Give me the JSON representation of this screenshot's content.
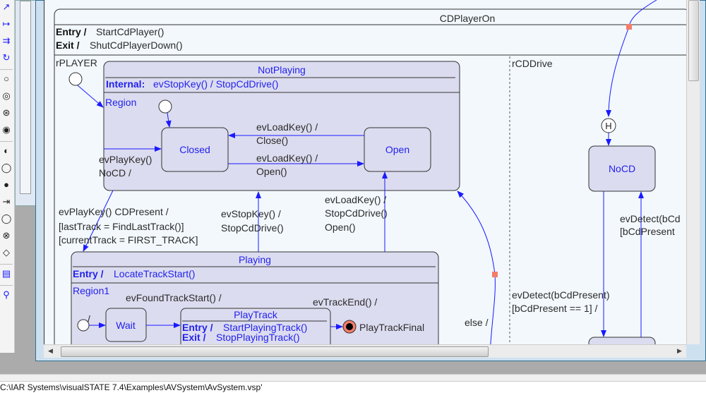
{
  "toolbar": {
    "tools": [
      "transition-tool",
      "transition-tool",
      "fork-transition-tool",
      "self-transition-tool",
      "state-tool",
      "history-tool",
      "deep-history-tool",
      "final-state-tool",
      "initial-state-tool",
      "junction-tool",
      "terminate-tool",
      "entry-point-tool",
      "exit-point-tool",
      "choice-tool",
      "condition-tool",
      "note-tool",
      "zoom-tool"
    ]
  },
  "diagram": {
    "cdplayeron": {
      "title": "CDPlayerOn",
      "entry_kw": "Entry /",
      "entry": "StartCdPlayer()",
      "exit_kw": "Exit /",
      "exit": "ShutCdPlayerDown()"
    },
    "regions": {
      "player": "rPLAYER",
      "cddrive": "rCDDrive"
    },
    "notplaying": {
      "title": "NotPlaying",
      "internal_kw": "Internal:",
      "internal": "evStopKey() / StopCdDrive()",
      "region": "Region"
    },
    "closed": "Closed",
    "open": "Open",
    "nocd": "NoCD",
    "history": "H",
    "playing": {
      "title": "Playing",
      "entry_kw": "Entry /",
      "entry": "LocateTrackStart()",
      "region": "Region1"
    },
    "wait": "Wait",
    "playtrack": {
      "title": "PlayTrack",
      "entry_kw": "Entry /",
      "entry": "StartPlayingTrack()",
      "exit_kw": "Exit /",
      "exit": "StopPlayingTrack()"
    },
    "playtrackfinal": "PlayTrackFinal",
    "initial_label": "/",
    "transitions": {
      "open_to_closed": [
        "evLoadKey() /",
        "Close()"
      ],
      "closed_to_open": [
        "evLoadKey() /",
        "Open()"
      ],
      "playkey_nocd": [
        "evPlayKey()",
        "NoCD /"
      ],
      "playkey_cdpresent": [
        "evPlayKey() CDPresent /",
        "[lastTrack = FindLastTrack()]",
        "[currentTrack = FIRST_TRACK]"
      ],
      "stopkey": [
        "evStopKey() /",
        "StopCdDrive()"
      ],
      "loadkey_playing": [
        "evLoadKey() /",
        "StopCdDrive()",
        "Open()"
      ],
      "found_track": "evFoundTrackStart() /",
      "track_end": "evTrackEnd() /",
      "else": "else /",
      "detect_present": [
        "evDetect(bCdPresent)",
        "[bCdPresent == 1] /"
      ],
      "detect_absent": [
        "evDetect(bCd",
        "[bCdPresent"
      ]
    }
  },
  "colors": {
    "state_fill": "#dcdcf0",
    "canvas": "#f2f8fc",
    "transition": "#1a1aff",
    "junction": "#f47c6a"
  },
  "status": {
    "path": "C:\\IAR Systems\\visualSTATE 7.4\\Examples\\AVSystem\\AvSystem.vsp'"
  }
}
